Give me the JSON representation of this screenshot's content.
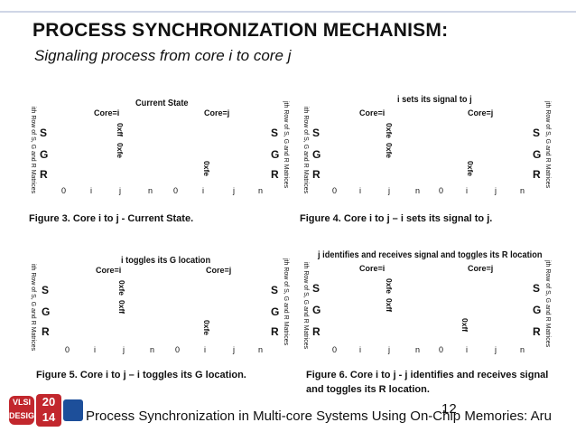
{
  "header": {
    "title": "PROCESS SYNCHRONIZATION MECHANISM:",
    "subtitle": "Signaling process from core i to core j"
  },
  "side_labels": {
    "left": "ith Row of S, G and R Matrices",
    "right": "jth Row of S, G and R Matrices"
  },
  "figures": [
    {
      "title": "Current State",
      "core_i": "Core=i",
      "core_j": "Core=j",
      "rows": [
        "S",
        "G",
        "R"
      ],
      "values_i": [
        "0xff",
        "0xfe"
      ],
      "values_j": [
        "0xfe"
      ],
      "axis_i": [
        "0",
        "i",
        "j",
        "n"
      ],
      "axis_j": [
        "0",
        "i",
        "j",
        "n"
      ],
      "caption": "Figure 3. Core i to j - Current State."
    },
    {
      "title": "i sets its signal to j",
      "core_i": "Core=i",
      "core_j": "Core=j",
      "rows": [
        "S",
        "G",
        "R"
      ],
      "values_i": [
        "0xfe",
        "0xfe"
      ],
      "values_j": [
        "0xfe"
      ],
      "axis_i": [
        "0",
        "i",
        "j",
        "n"
      ],
      "axis_j": [
        "0",
        "i",
        "j",
        "n"
      ],
      "caption": "Figure 4. Core i to j – i sets its signal to j."
    },
    {
      "title": "i toggles its G location",
      "core_i": "Core=i",
      "core_j": "Core=j",
      "rows": [
        "S",
        "G",
        "R"
      ],
      "values_i": [
        "0xfe",
        "0xff"
      ],
      "values_j": [
        "0xfe"
      ],
      "axis_i": [
        "0",
        "i",
        "j",
        "n"
      ],
      "axis_j": [
        "0",
        "i",
        "j",
        "n"
      ],
      "caption": "Figure 5. Core i to j – i toggles its G location."
    },
    {
      "title": "j identifies and receives signal and toggles its R location",
      "core_i": "Core=i",
      "core_j": "Core=j",
      "rows": [
        "S",
        "G",
        "R"
      ],
      "values_i": [
        "0xfe",
        "0xff"
      ],
      "values_j": [
        "0xff"
      ],
      "axis_i": [
        "0",
        "i",
        "j",
        "n"
      ],
      "axis_j": [
        "0",
        "i",
        "j",
        "n"
      ],
      "caption": "Figure 6. Core i to j - j identifies and receives signal and toggles its R location."
    }
  ],
  "footer": {
    "logo_text_1": "VLSI DESIGN",
    "logo_text_2": "20 14",
    "text": "Process Synchronization in Multi-core Systems Using On-Chip Memories: Aru",
    "page": "12"
  }
}
